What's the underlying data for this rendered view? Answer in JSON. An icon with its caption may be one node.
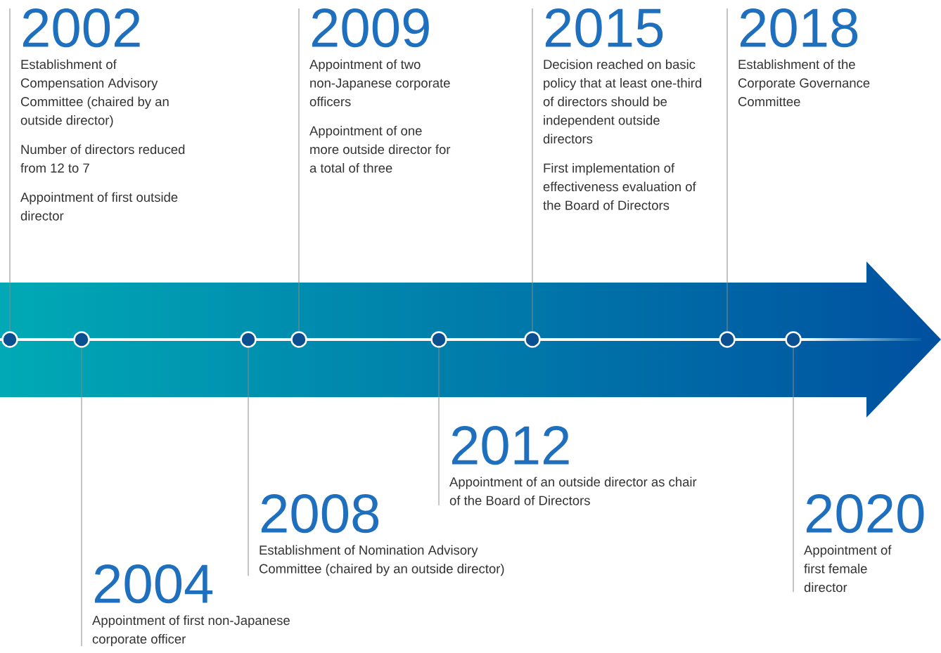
{
  "diagram": {
    "nodes": [
      {
        "text": [
          "2002",
          "Establishment of Compensation Advisory Committee (chaired by an outside director)",
          "Number of directors reduced from 12 to 7",
          "Appointment of first outside director"
        ]
      },
      {
        "text": [
          "2004",
          "Appointment of first non-Japanese corporate officer"
        ]
      },
      {
        "text": [
          "2008",
          "Establishment of Nomination Advisory Committee (chaired by an outside director)"
        ]
      },
      {
        "text": [
          "2009",
          "Appointment of two non-Japanese corporate officers",
          "Appointment of one more outside director for a total of three"
        ]
      },
      {
        "text": [
          "2012",
          "Appointment of an outside director as chair of the Board of Directors"
        ]
      },
      {
        "text": [
          "2015",
          "Decision reached on basic policy that at least one-third of directors should be independent outside directors",
          "First implementation of effectiveness evaluation of the Board of Directors"
        ]
      },
      {
        "text": [
          "2018",
          "Establishment of the Corporate Governance Committee"
        ]
      },
      {
        "text": [
          "2020",
          "Appointment of first female director"
        ]
      },
      {
        "text": [],
        "shape": "circle"
      },
      {
        "text": [],
        "shape": "circle"
      },
      {
        "text": [],
        "shape": "circle"
      },
      {
        "text": [],
        "shape": "circle"
      },
      {
        "text": [],
        "shape": "circle"
      },
      {
        "text": [],
        "shape": "circle"
      },
      {
        "text": [],
        "shape": "circle"
      },
      {
        "text": [],
        "shape": "circle"
      }
    ],
    "edges": [
      {
        "from": 0,
        "to": 8,
        "arrow": "none"
      },
      {
        "from": 1,
        "to": 9,
        "arrow": "none"
      },
      {
        "from": 2,
        "to": 10,
        "arrow": "none"
      },
      {
        "from": 3,
        "to": 11,
        "arrow": "none"
      },
      {
        "from": 4,
        "to": 12,
        "arrow": "none"
      },
      {
        "from": 5,
        "to": 13,
        "arrow": "none"
      },
      {
        "from": 6,
        "to": 14,
        "arrow": "none"
      },
      {
        "from": 7,
        "to": 15,
        "arrow": "none"
      }
    ]
  }
}
